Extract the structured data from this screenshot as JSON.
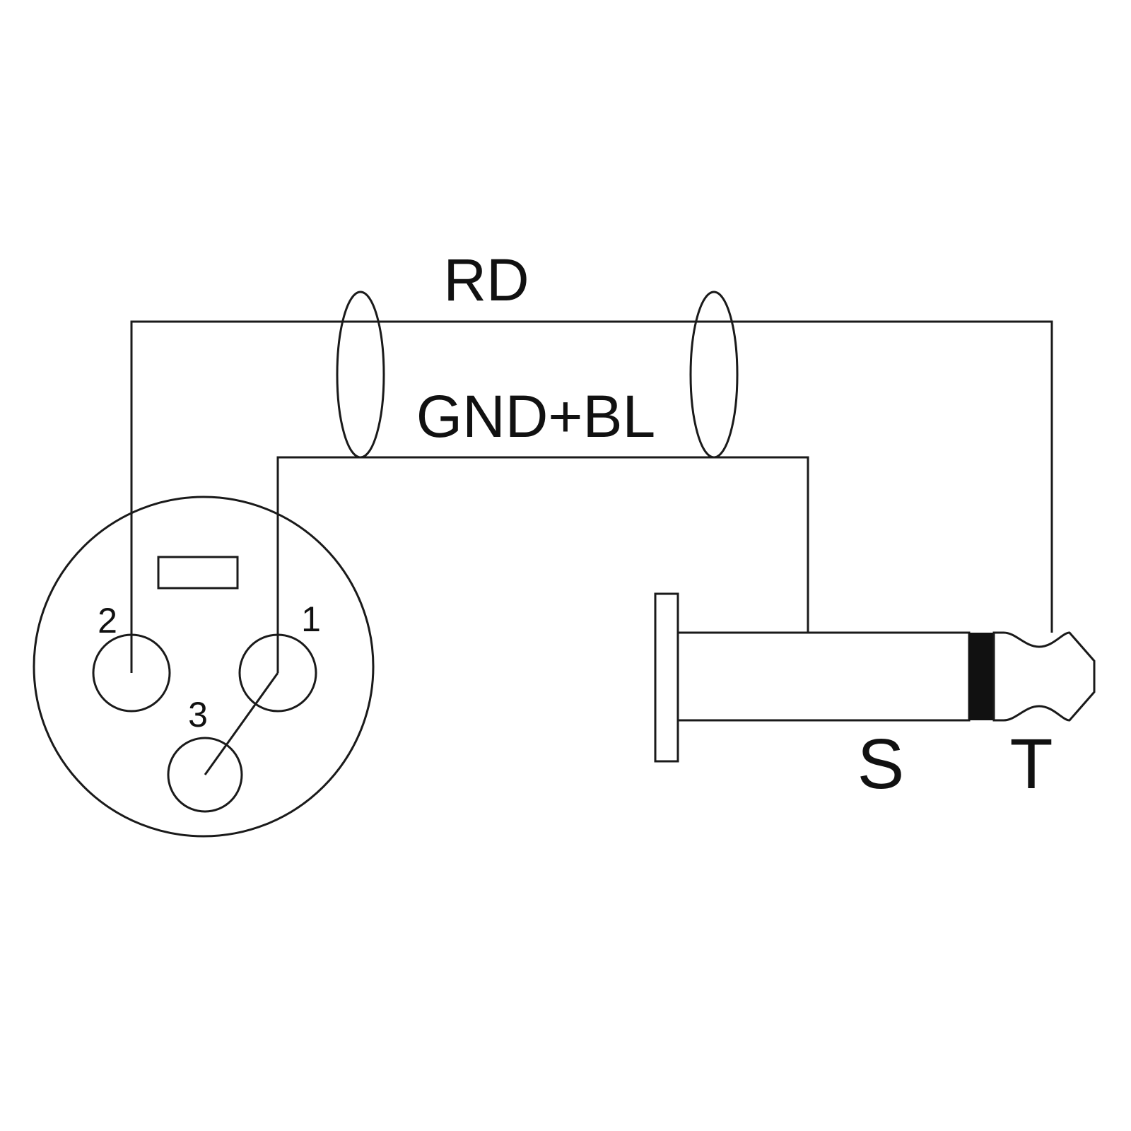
{
  "wires": {
    "hot_label": "RD",
    "ground_label": "GND+BL"
  },
  "xlr": {
    "pin1_label": "1",
    "pin2_label": "2",
    "pin3_label": "3"
  },
  "jack": {
    "sleeve_label": "S",
    "tip_label": "T"
  },
  "colors": {
    "line": "#1a1a1a",
    "band": "#111111",
    "background": "#ffffff"
  }
}
